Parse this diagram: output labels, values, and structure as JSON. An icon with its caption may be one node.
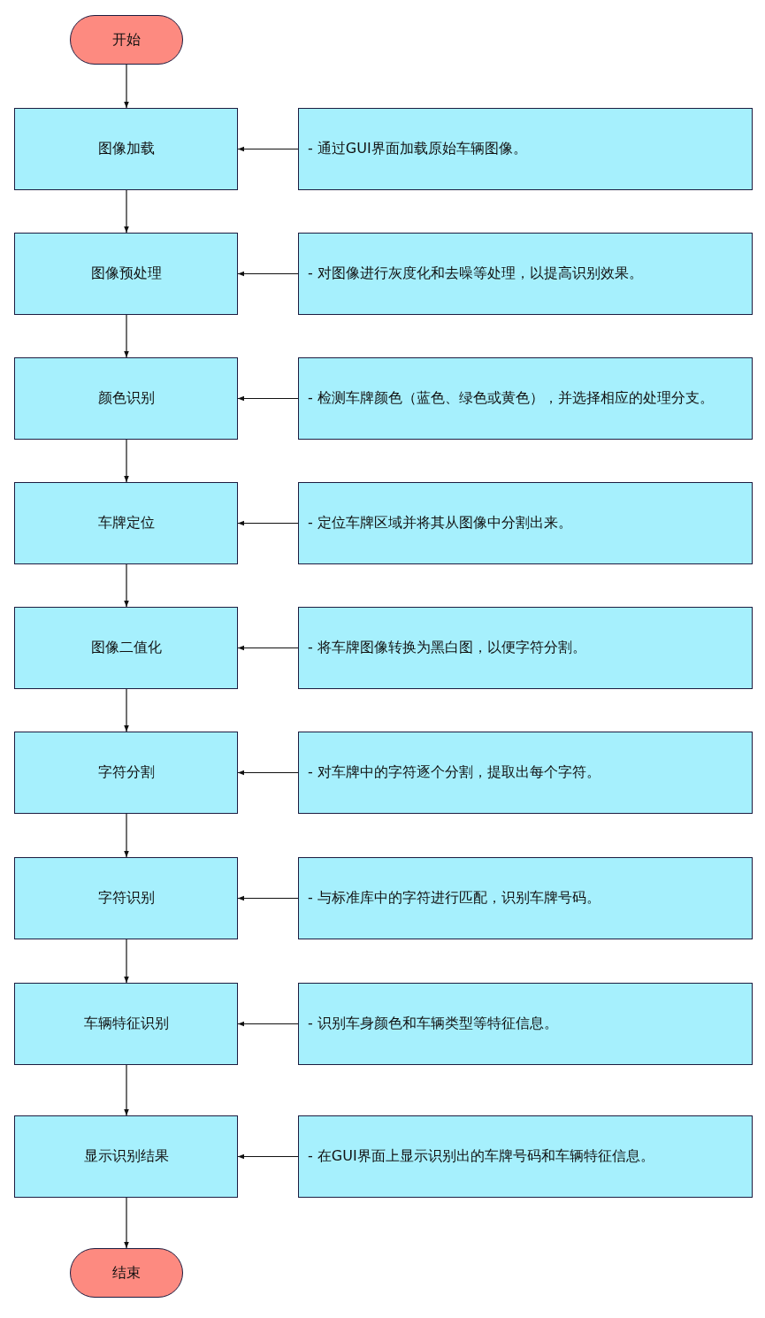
{
  "diagram": {
    "nodes": [
      {
        "text": [
          "开始"
        ]
      },
      {
        "text": [
          "图像加载"
        ]
      },
      {
        "text": [
          "- 通过GUI界面加载原始车辆图像。"
        ]
      },
      {
        "text": [
          "图像预处理"
        ]
      },
      {
        "text": [
          "- 对图像进行灰度化和去噪等处理，以提高识别效果。"
        ]
      },
      {
        "text": [
          "颜色识别"
        ]
      },
      {
        "text": [
          "- 检测车牌颜色（蓝色、绿色或黄色），并选择相应的处理分支。"
        ]
      },
      {
        "text": [
          "车牌定位"
        ]
      },
      {
        "text": [
          "- 定位车牌区域并将其从图像中分割出来。"
        ]
      },
      {
        "text": [
          "图像二值化"
        ]
      },
      {
        "text": [
          "- 将车牌图像转换为黑白图，以便字符分割。"
        ]
      },
      {
        "text": [
          "字符分割"
        ]
      },
      {
        "text": [
          "- 对车牌中的字符逐个分割，提取出每个字符。"
        ]
      },
      {
        "text": [
          "字符识别"
        ]
      },
      {
        "text": [
          "- 与标准库中的字符进行匹配，识别车牌号码。"
        ]
      },
      {
        "text": [
          "车辆特征识别"
        ]
      },
      {
        "text": [
          "- 识别车身颜色和车辆类型等特征信息。"
        ]
      },
      {
        "text": [
          "显示识别结果"
        ]
      },
      {
        "text": [
          "- 在GUI界面上显示识别出的车牌号码和车辆特征信息。"
        ]
      },
      {
        "text": [
          "结束"
        ]
      }
    ],
    "edges": [
      {
        "from": 0,
        "to": 1,
        "arrow": "to"
      },
      {
        "from": 2,
        "to": 1,
        "arrow": "to"
      },
      {
        "from": 1,
        "to": 3,
        "arrow": "to"
      },
      {
        "from": 4,
        "to": 3,
        "arrow": "to"
      },
      {
        "from": 3,
        "to": 5,
        "arrow": "to"
      },
      {
        "from": 6,
        "to": 5,
        "arrow": "to"
      },
      {
        "from": 5,
        "to": 7,
        "arrow": "to"
      },
      {
        "from": 8,
        "to": 7,
        "arrow": "to"
      },
      {
        "from": 7,
        "to": 9,
        "arrow": "to"
      },
      {
        "from": 10,
        "to": 9,
        "arrow": "to"
      },
      {
        "from": 9,
        "to": 11,
        "arrow": "to"
      },
      {
        "from": 12,
        "to": 11,
        "arrow": "to"
      },
      {
        "from": 11,
        "to": 13,
        "arrow": "to"
      },
      {
        "from": 14,
        "to": 13,
        "arrow": "to"
      },
      {
        "from": 13,
        "to": 15,
        "arrow": "to"
      },
      {
        "from": 16,
        "to": 15,
        "arrow": "to"
      },
      {
        "from": 15,
        "to": 17,
        "arrow": "to"
      },
      {
        "from": 18,
        "to": 17,
        "arrow": "to"
      },
      {
        "from": 17,
        "to": 19,
        "arrow": "to"
      }
    ]
  }
}
